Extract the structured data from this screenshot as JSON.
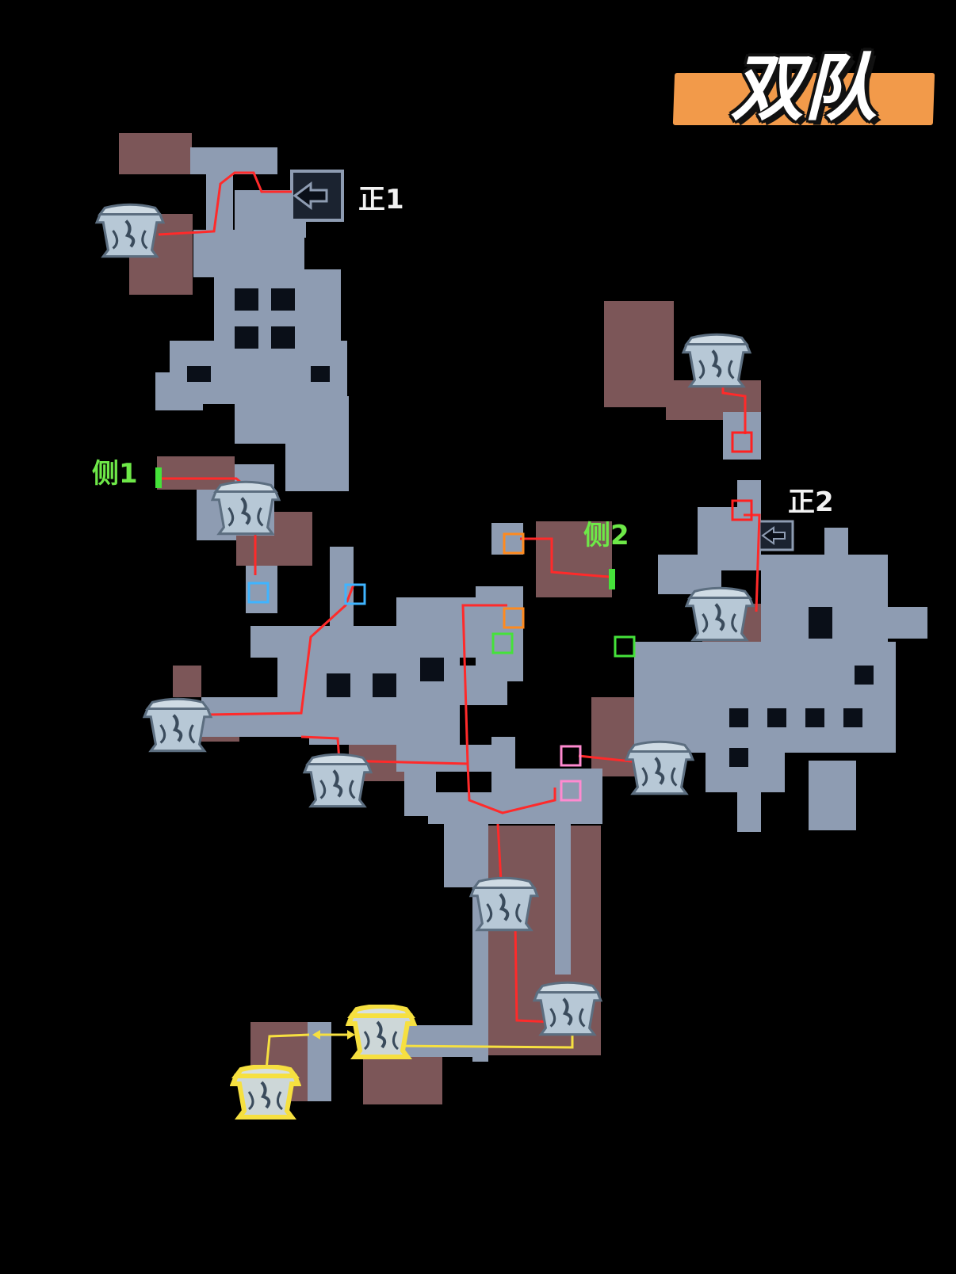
{
  "title": "双队",
  "labels": {
    "main_1": "正1",
    "main_2": "正2",
    "side_1": "侧1",
    "side_2": "侧2"
  },
  "colors": {
    "background": "#000000",
    "banner": "#f29a4a",
    "corridor": "#8e9cb2",
    "room": "#7c5658",
    "route_red": "#ff2a2a",
    "route_yellow": "#f6e040",
    "marker_blue": "#3fb4ff",
    "marker_orange": "#ff8a1e",
    "marker_green": "#45e23a",
    "marker_pink": "#ff8ad0",
    "marker_red": "#ff2020"
  },
  "icons": {
    "chest": "treasure-chest-icon",
    "highlighted_chest": "yellow-treasure-chest-icon",
    "entrance": "entrance-arrow-icon"
  }
}
